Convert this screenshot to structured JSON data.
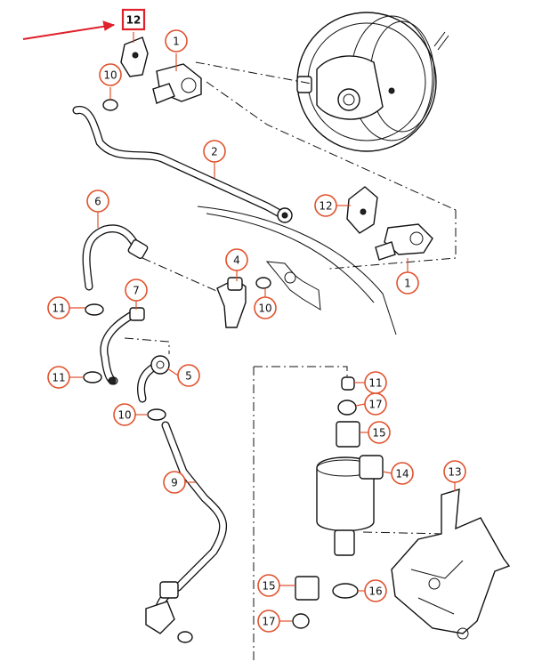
{
  "callouts": [
    {
      "id": "c12a",
      "label": "12",
      "boxed": true
    },
    {
      "id": "c1a",
      "label": "1"
    },
    {
      "id": "c10a",
      "label": "10"
    },
    {
      "id": "c2",
      "label": "2"
    },
    {
      "id": "c12b",
      "label": "12"
    },
    {
      "id": "c1b",
      "label": "1"
    },
    {
      "id": "c6",
      "label": "6"
    },
    {
      "id": "c4",
      "label": "4"
    },
    {
      "id": "c10b",
      "label": "10"
    },
    {
      "id": "c7",
      "label": "7"
    },
    {
      "id": "c11a",
      "label": "11"
    },
    {
      "id": "c11b",
      "label": "11"
    },
    {
      "id": "c5",
      "label": "5"
    },
    {
      "id": "c10c",
      "label": "10"
    },
    {
      "id": "c9",
      "label": "9"
    },
    {
      "id": "c11c",
      "label": "11"
    },
    {
      "id": "c17a",
      "label": "17"
    },
    {
      "id": "c15a",
      "label": "15"
    },
    {
      "id": "c14",
      "label": "14"
    },
    {
      "id": "c13",
      "label": "13"
    },
    {
      "id": "c15b",
      "label": "15"
    },
    {
      "id": "c16",
      "label": "16"
    },
    {
      "id": "c17b",
      "label": "17"
    }
  ],
  "colors": {
    "callout_stroke": "#e0522d",
    "arrow": "#e0202a",
    "line_art": "#111111"
  }
}
